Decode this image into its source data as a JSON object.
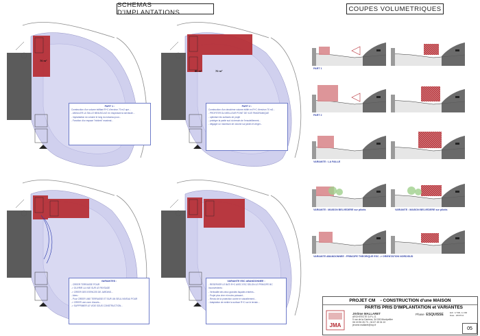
{
  "headers": {
    "left": "SCHEMAS D'IMPLANTATIONS",
    "right": "COUPES VOLUMETRIQUES"
  },
  "plans": [
    {
      "area_labels": [
        "70 m²"
      ],
      "note": {
        "title": "PART 1 :",
        "lines": [
          "Construction d'un volume édifiant R+C d'environ 70 m2 que...",
          "- ANNULER LA TAILLE MINUSCULE en respectant la servitude...",
          "- Implantation du volume le long du ruisseau pour...",
          "- Fonction d'un espace \"évident\" maximal..."
        ]
      }
    },
    {
      "area_labels": [
        "80 m²",
        "70 m²"
      ],
      "note": {
        "title": "PART 2 :",
        "lines": [
          "Construction d'un deuxième volume édifié en R+C d'environ 70 m2...",
          "- PROFITER DU MEILLEUR POINT DE VUE PANORAMIQUE",
          "- optimiser les surfaces de projet",
          "- protéger la partie sud du terrain de l'ensoleillement...",
          "- dégager un maximum de volume sur jardin et verger..."
        ]
      }
    },
    {
      "area_labels": [],
      "note": {
        "title": "VARIANTES :",
        "lines": [
          "- CREER TERRASSE POUR",
          "   -> OUVRIR LA VUE SUR LE PAYSAGE",
          "   -> CREER DES ESPACES DE JARDINS...",
          "- Aires :",
          "- Pour CREER UNE TERRASSE ET SUR UN SEUL NIVEAU POUR",
          "   -> CREER une zone d'accès...",
          "   -> SUPPRIMER LE VIDE SOUS CONSTRUCTION..."
        ]
      }
    },
    {
      "area_labels": [],
      "note": {
        "title": "VARIANTE ESC ABANDONNEE :",
        "lines": [
          "- RESERVER LE BATI R+C AVEC ESC SELON LE PRINCIPE BC",
          "Inconvénients :",
          "- Verticalité des deux grandes façades entrées...",
          "- Projet plus cher et moins puissant...",
          "- Rendu de la protection contre le ruissellement...",
          "- Adaptation de mettre la surface R+C sur le terrain..."
        ]
      }
    }
  ],
  "sections": {
    "labels": [
      "PART 1",
      "PART 2",
      "VARIANTE : LA FAILLE",
      "VARIANTE : MAISON BELVEDERE sur pilotis",
      "VARIANTE : MAISON BELVEDERE sur pilotis",
      "VARIANTE ABANDONNEE : PRINCIPE THEORIQUE ESC -> ORIENTATION NORD/SUD"
    ],
    "colors": {
      "building": "#b52a31",
      "building_light": "#d98a8e",
      "terrain": "#5b5b5b",
      "lot": "#c8c8ec",
      "note_border": "#6d7bc9"
    }
  },
  "title_block": {
    "project": "PROJET CM",
    "project_desc": "- CONSTRUCTION d'une MAISON",
    "subject": "PARTIS PRIS D'IMPLANTATION et VARIANTES",
    "architect": "Jérôme MALLARET",
    "architect_sub": "ARCHITECTE D.P.L.G.",
    "address": "9 rue de la Carriera, 34 000 Montpellier",
    "phone": "06 15 96 26 73 - 04 67 45 34 10",
    "email": "jerome.mallaret@rcp.fr",
    "phase_label": "Phase",
    "phase": "ESQUISSE",
    "ech": "Ech. 1/ 500, 1/ 200",
    "date": "Date : 20/07/11",
    "page": "05",
    "logo": "JMA"
  }
}
